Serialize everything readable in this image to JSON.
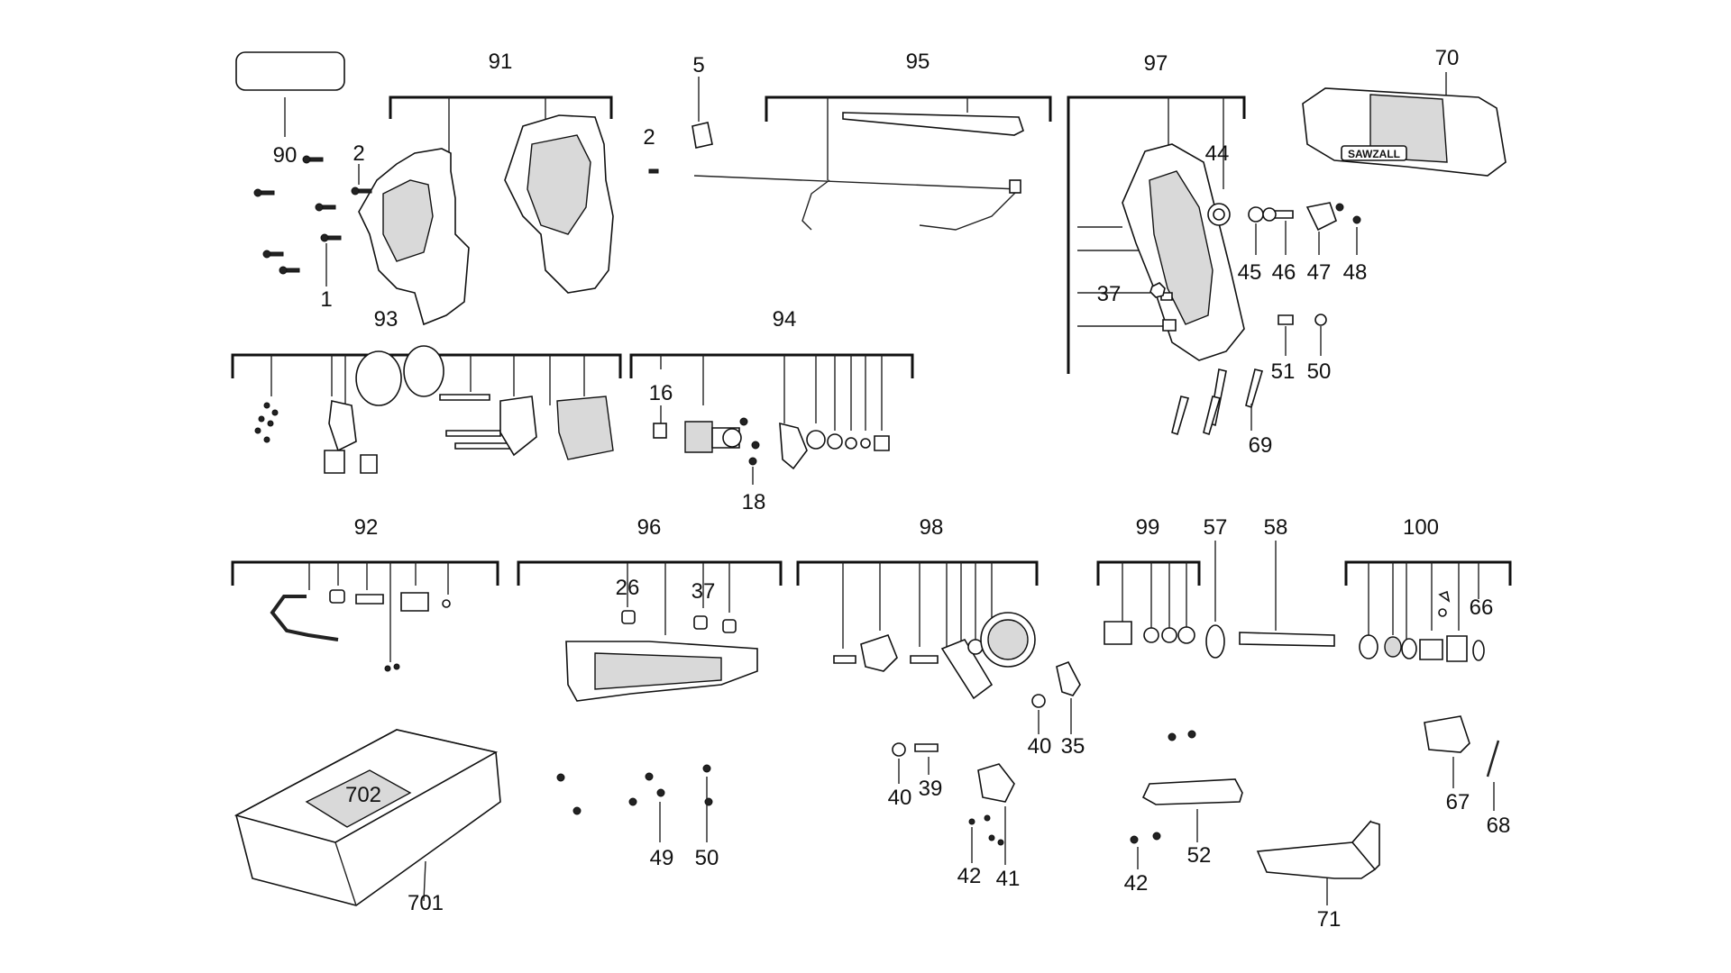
{
  "labels": {
    "l90": "90",
    "l91": "91",
    "l5": "5",
    "l95": "95",
    "l97": "97",
    "l70": "70",
    "l2a": "2",
    "l2b": "2",
    "l1": "1",
    "l44": "44",
    "l45": "45",
    "l46": "46",
    "l47": "47",
    "l48": "48",
    "l37a": "37",
    "l51": "51",
    "l50a": "50",
    "l69": "69",
    "l93": "93",
    "l94": "94",
    "l16": "16",
    "l18": "18",
    "l92": "92",
    "l96": "96",
    "l26": "26",
    "l37b": "37",
    "l98": "98",
    "l99": "99",
    "l57": "57",
    "l58": "58",
    "l100": "100",
    "l66": "66",
    "l40a": "40",
    "l35": "35",
    "l40b": "40",
    "l39": "39",
    "l42a": "42",
    "l41": "41",
    "l67": "67",
    "l68": "68",
    "l52": "52",
    "l42b": "42",
    "l71": "71",
    "l702": "702",
    "l701": "701",
    "l49": "49",
    "l50b": "50"
  },
  "branding": {
    "tool_badge": "SAWZALL"
  }
}
